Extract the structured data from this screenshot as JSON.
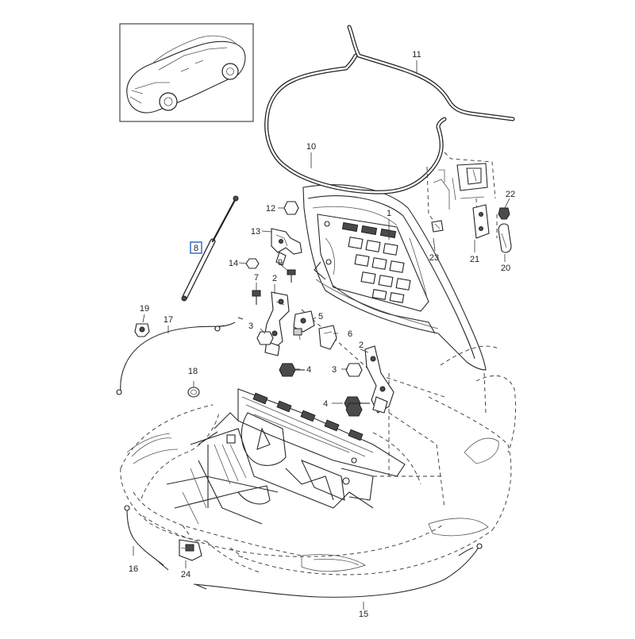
{
  "diagram": {
    "callouts": [
      {
        "id": "c1",
        "label": "1"
      },
      {
        "id": "c2a",
        "label": "2"
      },
      {
        "id": "c2b",
        "label": "2"
      },
      {
        "id": "c3a",
        "label": "3"
      },
      {
        "id": "c3b",
        "label": "3"
      },
      {
        "id": "c4a",
        "label": "4"
      },
      {
        "id": "c4b",
        "label": "4"
      },
      {
        "id": "c5",
        "label": "5"
      },
      {
        "id": "c6",
        "label": "6"
      },
      {
        "id": "c7",
        "label": "7"
      },
      {
        "id": "c8",
        "label": "8"
      },
      {
        "id": "c9",
        "label": "9"
      },
      {
        "id": "c10",
        "label": "10"
      },
      {
        "id": "c11",
        "label": "11"
      },
      {
        "id": "c12",
        "label": "12"
      },
      {
        "id": "c13",
        "label": "13"
      },
      {
        "id": "c14",
        "label": "14"
      },
      {
        "id": "c15",
        "label": "15"
      },
      {
        "id": "c16",
        "label": "16"
      },
      {
        "id": "c17",
        "label": "17"
      },
      {
        "id": "c18",
        "label": "18"
      },
      {
        "id": "c19",
        "label": "19"
      },
      {
        "id": "c20",
        "label": "20"
      },
      {
        "id": "c21",
        "label": "21"
      },
      {
        "id": "c22",
        "label": "22"
      },
      {
        "id": "c23",
        "label": "23"
      },
      {
        "id": "c24",
        "label": "24"
      }
    ],
    "highlighted_callout": "8",
    "colors": {
      "line": "#2a2a2a",
      "highlight": "#2b63c6",
      "background": "#ffffff"
    }
  }
}
